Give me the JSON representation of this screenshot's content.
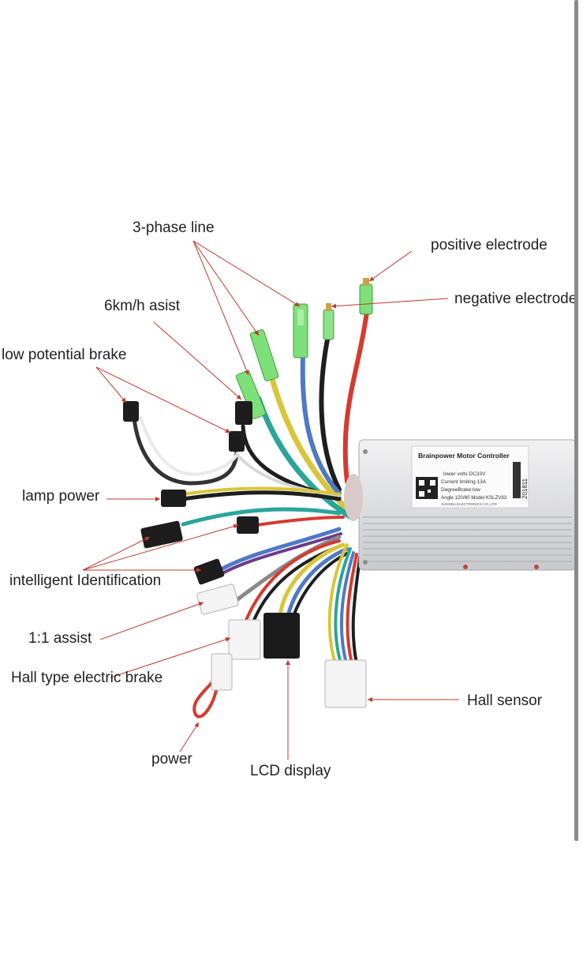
{
  "labels": {
    "three_phase": "3-phase line",
    "positive": "positive electrode",
    "negative": "negative electrode",
    "assist6": "6km/h asist",
    "low_brake": "low potential brake",
    "lamp": "lamp power",
    "ident": "intelligent Identification",
    "assist11": "1:1 assist",
    "hall_brake": "Hall type electric brake",
    "power": "power",
    "lcd": "LCD display",
    "hall_sensor": "Hall sensor"
  },
  "sticker": {
    "title": "Brainpower Motor Controller",
    "line1": "lower volts DC33V",
    "line2": "Current limiting 13A",
    "line3": "DegreeBrake:low",
    "line4": "Angle 120/60  Model KSLZV83",
    "maker": "XUNDDA ELECTRONICS CO.,LTD",
    "serial": "201811"
  },
  "colors": {
    "arrow": "#c0392b",
    "connector_green": "#7ee07a",
    "housing": "#dcdde0"
  }
}
